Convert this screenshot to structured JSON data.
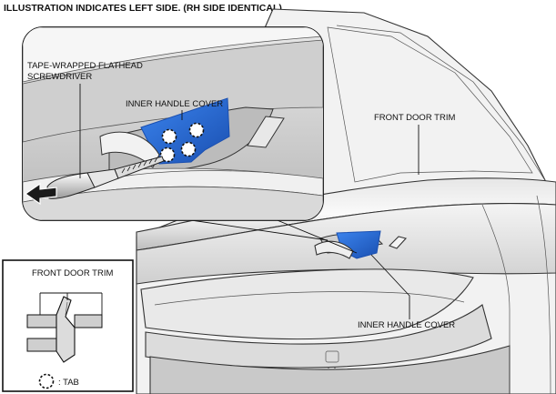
{
  "header": {
    "text": "ILLUSTRATION INDICATES LEFT SIDE. (RH SIDE IDENTICAL)"
  },
  "detail_view": {
    "labels": {
      "tool": [
        "TAPE-WRAPPED FLATHEAD",
        "SCREWDRIVER"
      ],
      "handle_cover": "INNER HANDLE COVER"
    },
    "tab_count": 4
  },
  "main_view": {
    "labels": {
      "door_trim": "FRONT DOOR TRIM",
      "handle_cover": "INNER HANDLE COVER"
    }
  },
  "section_view": {
    "label": "FRONT DOOR TRIM",
    "legend": {
      "text": ": TAB"
    }
  },
  "colors": {
    "handle_cover": "#2a6fd6",
    "handle_cover_dark": "#1a4fb0",
    "door_light": "#efefef",
    "door_mid": "#d6d6d6",
    "door_shadow": "#a9a9a9",
    "arrow": "#1a1a1a"
  }
}
